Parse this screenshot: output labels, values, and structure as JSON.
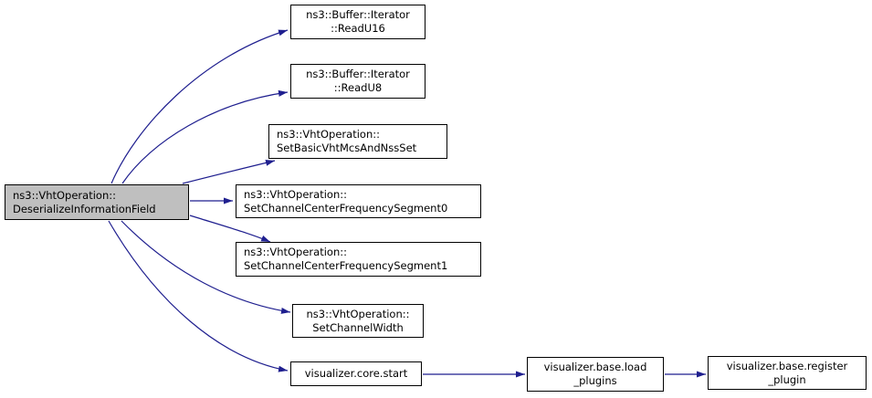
{
  "diagram": {
    "type": "doxygen-call-graph",
    "edge_color": "#1f1f8f",
    "highlight_fill": "#bfbfbf",
    "node_fill": "#ffffff",
    "nodes": [
      {
        "id": "deserialize",
        "label": "ns3::VhtOperation::\nDeserializeInformationField",
        "highlighted": true
      },
      {
        "id": "readu16",
        "label": "ns3::Buffer::Iterator\n::ReadU16",
        "highlighted": false
      },
      {
        "id": "readu8",
        "label": "ns3::Buffer::Iterator\n::ReadU8",
        "highlighted": false
      },
      {
        "id": "setbasic",
        "label": "ns3::VhtOperation::\nSetBasicVhtMcsAndNssSet",
        "highlighted": false
      },
      {
        "id": "seg0",
        "label": "ns3::VhtOperation::\nSetChannelCenterFrequencySegment0",
        "highlighted": false
      },
      {
        "id": "seg1",
        "label": "ns3::VhtOperation::\nSetChannelCenterFrequencySegment1",
        "highlighted": false
      },
      {
        "id": "setwidth",
        "label": "ns3::VhtOperation::\nSetChannelWidth",
        "highlighted": false
      },
      {
        "id": "corestart",
        "label": "visualizer.core.start",
        "highlighted": false
      },
      {
        "id": "loadplugins",
        "label": "visualizer.base.load\n_plugins",
        "highlighted": false
      },
      {
        "id": "registerplugin",
        "label": "visualizer.base.register\n_plugin",
        "highlighted": false
      }
    ],
    "edges": [
      {
        "from": "deserialize",
        "to": "readu16"
      },
      {
        "from": "deserialize",
        "to": "readu8"
      },
      {
        "from": "deserialize",
        "to": "setbasic"
      },
      {
        "from": "deserialize",
        "to": "seg0"
      },
      {
        "from": "deserialize",
        "to": "seg1"
      },
      {
        "from": "deserialize",
        "to": "setwidth"
      },
      {
        "from": "deserialize",
        "to": "corestart"
      },
      {
        "from": "corestart",
        "to": "loadplugins"
      },
      {
        "from": "loadplugins",
        "to": "registerplugin"
      }
    ]
  }
}
